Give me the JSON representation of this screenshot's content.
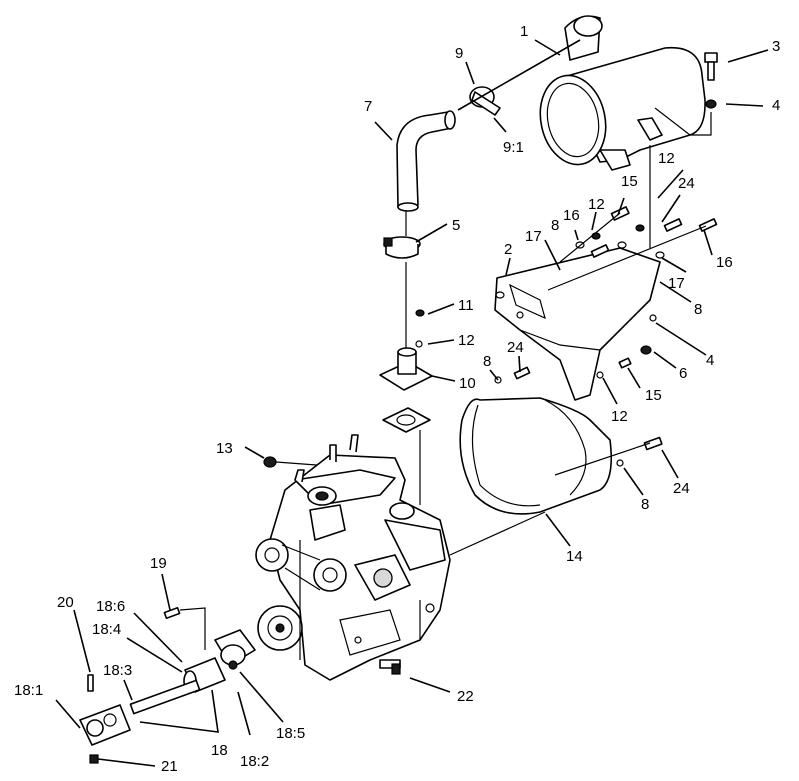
{
  "callouts": {
    "c1": "1",
    "c3": "3",
    "c4a": "4",
    "c9": "9",
    "c7": "7",
    "c91": "9:1",
    "c12a": "12",
    "c24a": "24",
    "c15a": "15",
    "c12b": "12",
    "c16a": "16",
    "c8a": "8",
    "c17a": "17",
    "c2": "2",
    "c16b": "16",
    "c17b": "17",
    "c8b": "8",
    "c5": "5",
    "c11": "11",
    "c12c": "12",
    "c10": "10",
    "c8c": "8",
    "c24b": "24",
    "c4b": "4",
    "c6": "6",
    "c15b": "15",
    "c12d": "12",
    "c13": "13",
    "c8d": "8",
    "c24c": "24",
    "c14": "14",
    "c19": "19",
    "c20": "20",
    "c186": "18:6",
    "c184": "18:4",
    "c183": "18:3",
    "c181": "18:1",
    "c18": "18",
    "c182": "18:2",
    "c185": "18:5",
    "c21": "21",
    "c22": "22"
  }
}
